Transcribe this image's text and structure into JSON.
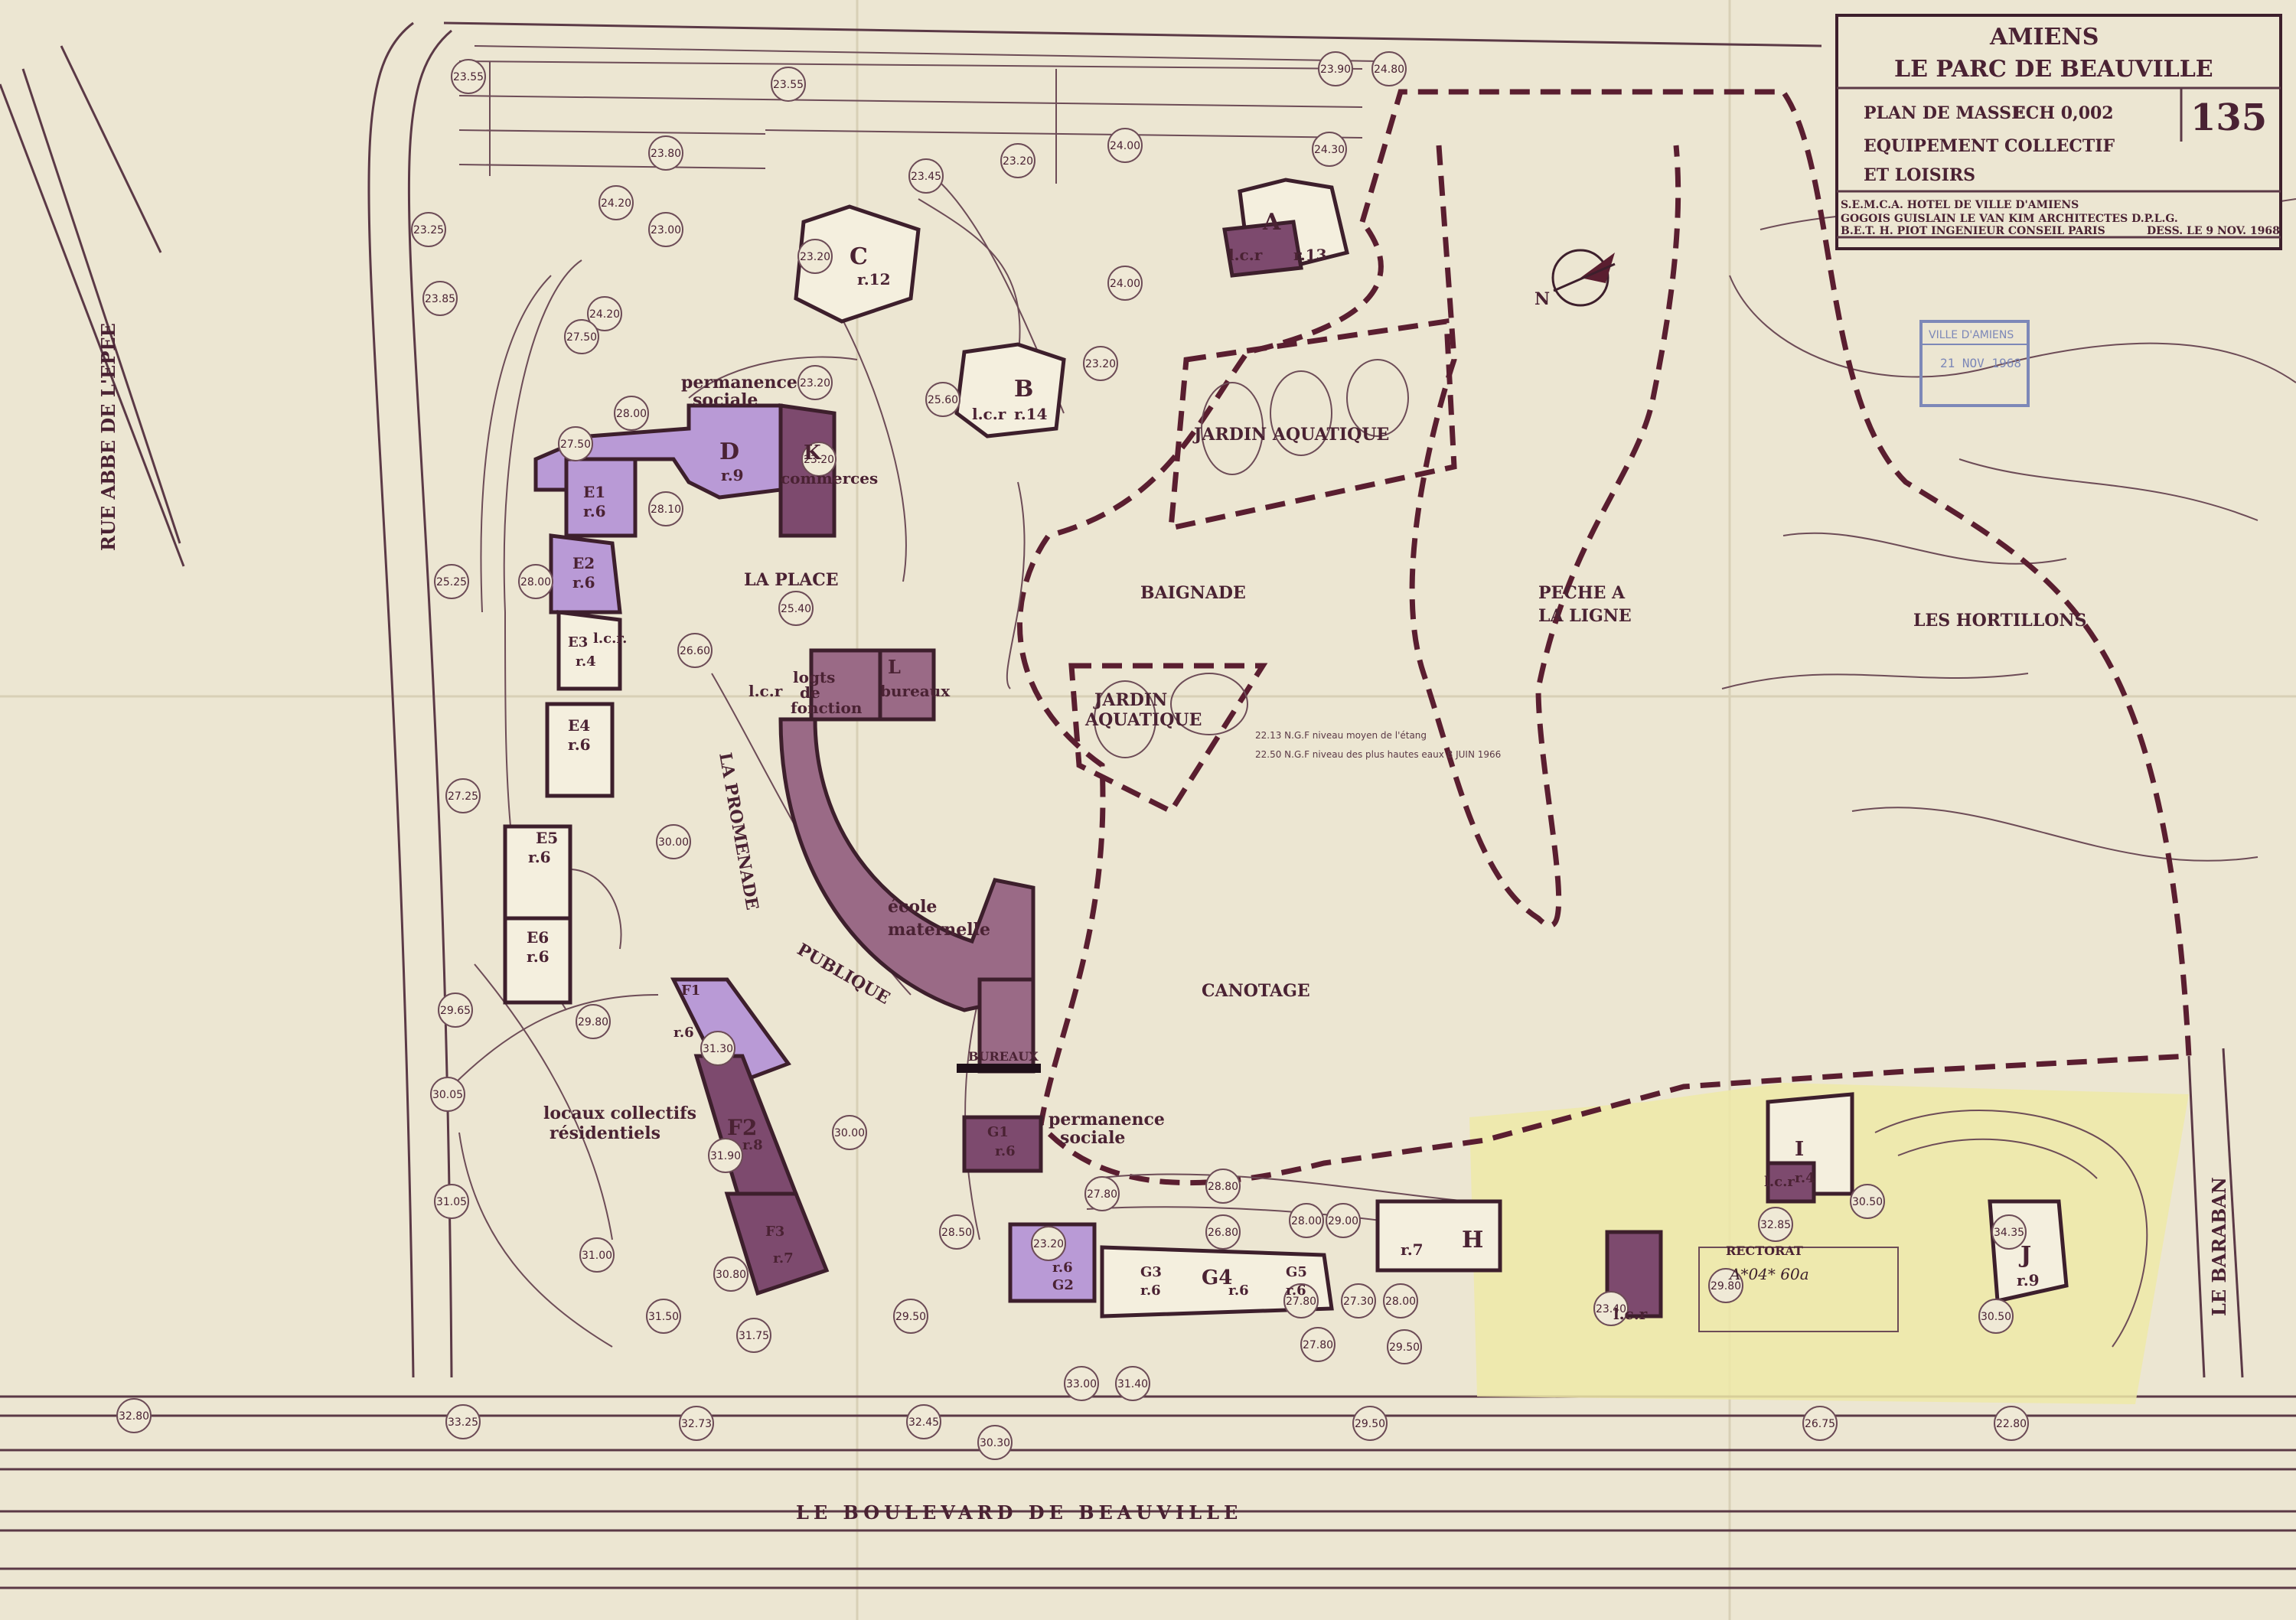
{
  "title_block": {
    "city": "AMIENS",
    "project": "LE PARC DE BEAUVILLE",
    "sheet_line1": "PLAN DE MASSE",
    "scale": "ECH 0,002",
    "sheet_line2": "EQUIPEMENT COLLECTIF",
    "sheet_line3": "ET LOISIRS",
    "number": "135",
    "client": "S.E.M.C.A. HOTEL DE VILLE D'AMIENS",
    "architects": "GOGOIS GUISLAIN LE VAN KIM ARCHITECTES D.P.L.G.",
    "engineer": "B.E.T. H. PIOT INGENIEUR CONSEIL PARIS",
    "date": "DESS. LE 9 NOV. 1968"
  },
  "streets": [
    {
      "label": "RUE ABBE DE L'EPEE"
    },
    {
      "label": "LE BOULEVARD DE BEAUVILLE"
    },
    {
      "label": "LE BARABAN"
    }
  ],
  "areas": [
    {
      "label": "JARDIN AQUATIQUE"
    },
    {
      "label": "BAIGNADE"
    },
    {
      "label": "JARDIN"
    },
    {
      "label": "AQUATIQUE"
    },
    {
      "label": "PECHE A"
    },
    {
      "label": "LA LIGNE"
    },
    {
      "label": "LES HORTILLONS"
    },
    {
      "label": "CANOTAGE"
    },
    {
      "label": "LA PLACE"
    },
    {
      "label": "LA PROMENADE"
    },
    {
      "label": "PUBLIQUE"
    }
  ],
  "buildings": [
    {
      "letter": "A",
      "note": "r.13",
      "ground": "l.c.r"
    },
    {
      "letter": "B",
      "note": "r.14",
      "ground": "l.c.r"
    },
    {
      "letter": "C",
      "note": "r.12"
    },
    {
      "letter": "D",
      "note": "r.9"
    },
    {
      "letter": "E1",
      "note": "r.6"
    },
    {
      "letter": "E2",
      "note": "r.6"
    },
    {
      "letter": "E3",
      "note": "r.4",
      "ground": "l.c.r."
    },
    {
      "letter": "E4",
      "note": "r.6"
    },
    {
      "letter": "E5",
      "note": "r.6"
    },
    {
      "letter": "E6",
      "note": "r.6"
    },
    {
      "letter": "F1",
      "note": "r.6"
    },
    {
      "letter": "F2",
      "note": "r.8"
    },
    {
      "letter": "F3",
      "note": "r.7"
    },
    {
      "letter": "G1",
      "note": "r.6"
    },
    {
      "letter": "G2",
      "note": "r.6"
    },
    {
      "letter": "G3",
      "note": "r.6"
    },
    {
      "letter": "G4",
      "note": "r.6"
    },
    {
      "letter": "G5",
      "note": "r.6"
    },
    {
      "letter": "H",
      "note": "r.7",
      "ground": "l.c.r"
    },
    {
      "letter": "I",
      "note": "r.4",
      "ground": "l.c.r"
    },
    {
      "letter": "J",
      "note": "r.9"
    }
  ],
  "facilities": [
    {
      "label": "permanence"
    },
    {
      "label": "sociale"
    },
    {
      "label": "commerces"
    },
    {
      "label": "K"
    },
    {
      "label": "logts"
    },
    {
      "label": "de"
    },
    {
      "label": "fonction"
    },
    {
      "label": "L"
    },
    {
      "label": "bureaux"
    },
    {
      "label": "l.c.r"
    },
    {
      "label": "école"
    },
    {
      "label": "maternelle"
    },
    {
      "label": "BUREAUX"
    },
    {
      "label": "locaux collectifs"
    },
    {
      "label": "résidentiels"
    },
    {
      "label": "RECTORAT"
    },
    {
      "label": "A*04* 60a"
    }
  ],
  "north": "N",
  "water_note1": "22.13 N.G.F niveau moyen de l'étang",
  "water_note2": "22.50 N.G.F niveau des plus hautes eaux 8 JUIN 1966",
  "stamp": {
    "line1": "VILLE D'AMIENS",
    "line2": "21 NOV 1968"
  },
  "spot_levels": [
    "23.55",
    "23.25",
    "23.90",
    "24.80",
    "24.20",
    "23.00",
    "23.55",
    "23.80",
    "23.45",
    "24.00",
    "23.20",
    "24.30",
    "23.85",
    "23.20",
    "24.20",
    "23.20",
    "25.60",
    "24.00",
    "23.20",
    "27.50",
    "23.20",
    "28.00",
    "27.50",
    "28.10",
    "25.25",
    "28.00",
    "25.40",
    "26.60",
    "27.25",
    "30.00",
    "29.65",
    "30.05",
    "31.05",
    "29.80",
    "31.30",
    "31.90",
    "31.00",
    "30.80",
    "31.50",
    "31.75",
    "30.00",
    "29.50",
    "28.50",
    "27.80",
    "26.80",
    "28.80",
    "29.00",
    "27.30",
    "27.80",
    "28.00",
    "29.50",
    "30.50",
    "29.80",
    "30.50",
    "34.35",
    "32.85",
    "32.80",
    "33.25",
    "32.73",
    "32.45",
    "33.00",
    "31.40",
    "30.30",
    "29.50",
    "26.75",
    "22.80",
    "23.20",
    "23.40",
    "27.80",
    "28.00"
  ]
}
